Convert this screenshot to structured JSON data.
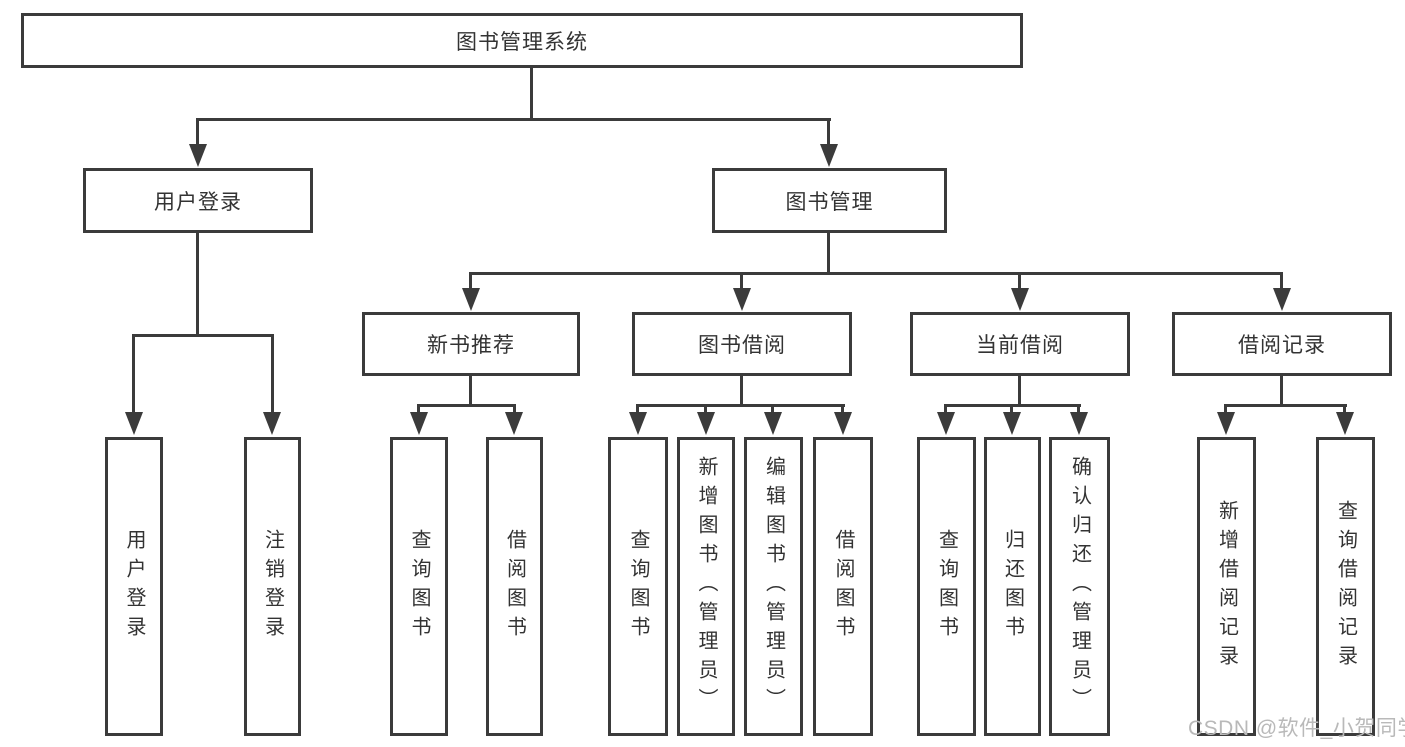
{
  "diagram": {
    "root": {
      "label": "图书管理系统"
    },
    "level2": [
      {
        "label": "用户登录",
        "parent": "图书管理系统"
      },
      {
        "label": "图书管理",
        "parent": "图书管理系统"
      }
    ],
    "level3": [
      {
        "label": "新书推荐",
        "parent": "图书管理"
      },
      {
        "label": "图书借阅",
        "parent": "图书管理"
      },
      {
        "label": "当前借阅",
        "parent": "图书管理"
      },
      {
        "label": "借阅记录",
        "parent": "图书管理"
      }
    ],
    "leaves": [
      {
        "label": "用户登录",
        "parent": "用户登录"
      },
      {
        "label": "注销登录",
        "parent": "用户登录"
      },
      {
        "label": "查询图书",
        "parent": "新书推荐"
      },
      {
        "label": "借阅图书",
        "parent": "新书推荐"
      },
      {
        "label": "查询图书",
        "parent": "图书借阅"
      },
      {
        "label": "新增图书（管理员）",
        "parent": "图书借阅"
      },
      {
        "label": "编辑图书（管理员）",
        "parent": "图书借阅"
      },
      {
        "label": "借阅图书",
        "parent": "图书借阅"
      },
      {
        "label": "查询图书",
        "parent": "当前借阅"
      },
      {
        "label": "归还图书",
        "parent": "当前借阅"
      },
      {
        "label": "确认归还（管理员）",
        "parent": "当前借阅"
      },
      {
        "label": "新增借阅记录",
        "parent": "借阅记录"
      },
      {
        "label": "查询借阅记录",
        "parent": "借阅记录"
      }
    ]
  },
  "watermark": {
    "text": "CSDN @软件_小贺同学"
  },
  "colors": {
    "line": "#3b3b3b",
    "text": "#333333",
    "watermark": "#b9b9b9",
    "background": "#ffffff"
  }
}
